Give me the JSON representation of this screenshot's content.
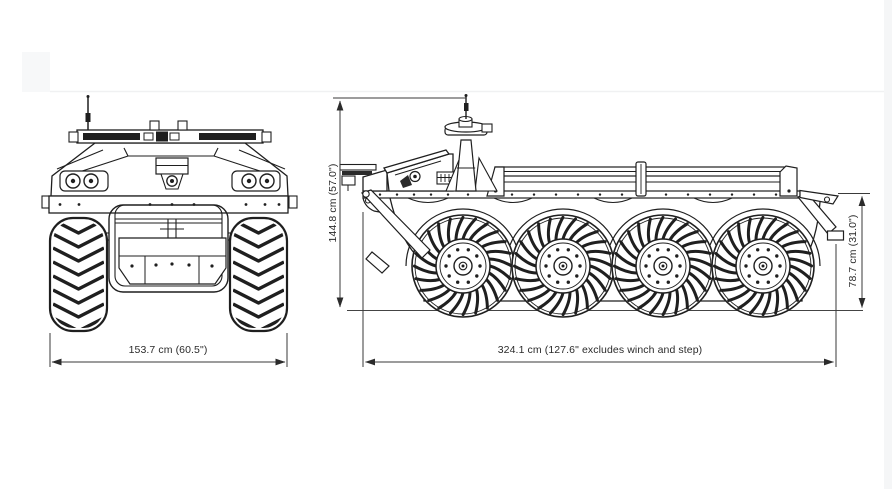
{
  "page": {
    "background_color": "#ffffff",
    "description": "Black-and-white engineering dimension drawing of an 8x8 amphibious unmanned ground vehicle shown in front view and side view"
  },
  "drawing": {
    "stroke_color": "#1f1f1f",
    "dimension_line_color": "#3a3a3a",
    "views": {
      "front": {
        "name": "Front view",
        "visible_wheels": 2
      },
      "side": {
        "name": "Side view",
        "visible_wheels": 4
      }
    },
    "dimensions": {
      "front_width": {
        "label": "153.7 cm (60.5\")",
        "orientation": "horizontal",
        "applies_to": "front view overall width"
      },
      "overall_height": {
        "label": "144.8 cm (57.0\")",
        "orientation": "vertical",
        "applies_to": "side view overall height"
      },
      "deck_height": {
        "label": "78.7 cm (31.0\")",
        "orientation": "vertical",
        "applies_to": "side view deck height"
      },
      "overall_length": {
        "label": "324.1 cm (127.6\" excludes winch and step)",
        "orientation": "horizontal",
        "applies_to": "side view overall length"
      }
    }
  }
}
